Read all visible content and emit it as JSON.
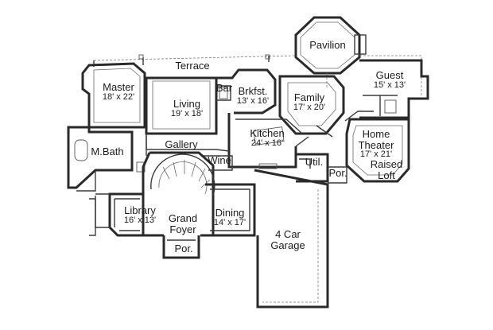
{
  "rooms": {
    "pavilion": {
      "name": "Pavilion"
    },
    "terrace": {
      "name": "Terrace"
    },
    "guest": {
      "name": "Guest",
      "dims": "15' x 13'"
    },
    "master": {
      "name": "Master",
      "dims": "18' x 22'"
    },
    "living": {
      "name": "Living",
      "dims": "19' x 18'"
    },
    "bar": {
      "name": "Bar"
    },
    "brkfst": {
      "name": "Brkfst.",
      "dims": "13' x 16'"
    },
    "family": {
      "name": "Family",
      "dims": "17' x 20'"
    },
    "kitchen": {
      "name": "Kitchen",
      "dims": "24' x 16'"
    },
    "home_theater": {
      "name": "Home Theater",
      "dims": "17' x 21'"
    },
    "mbath": {
      "name": "M.Bath"
    },
    "gallery": {
      "name": "Gallery"
    },
    "wine": {
      "name": "Wine"
    },
    "util": {
      "name": "Util."
    },
    "por_east": {
      "name": "Por."
    },
    "raised_loft": {
      "name": "Raised Loft"
    },
    "library": {
      "name": "Library",
      "dims": "16' x 13'"
    },
    "grand_foyer": {
      "name": "Grand Foyer"
    },
    "dining": {
      "name": "Dining",
      "dims": "14' x 17'"
    },
    "garage": {
      "name": "4 Car Garage"
    },
    "por_front": {
      "name": "Por."
    }
  }
}
